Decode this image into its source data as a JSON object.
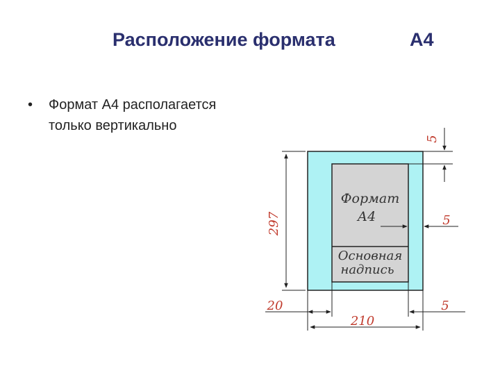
{
  "slide": {
    "title": "Расположение формата",
    "title_suffix": "А4",
    "bullet": "Формат А4 располагается только вертикально"
  },
  "drawing": {
    "inner_label_line1": "Формат",
    "inner_label_line2": "А4",
    "stamp_line1": "Основная",
    "stamp_line2": "надпись",
    "dim_height": "297",
    "dim_width": "210",
    "dim_left_margin": "20",
    "dim_right_margin": "5",
    "dim_mid_margin": "5",
    "dim_top_margin": "5",
    "colors": {
      "sheet_fill": "#aef2f4",
      "frame_fill": "#d4d4d4",
      "dimension_text": "#c0392b",
      "lines": "#222222"
    }
  }
}
